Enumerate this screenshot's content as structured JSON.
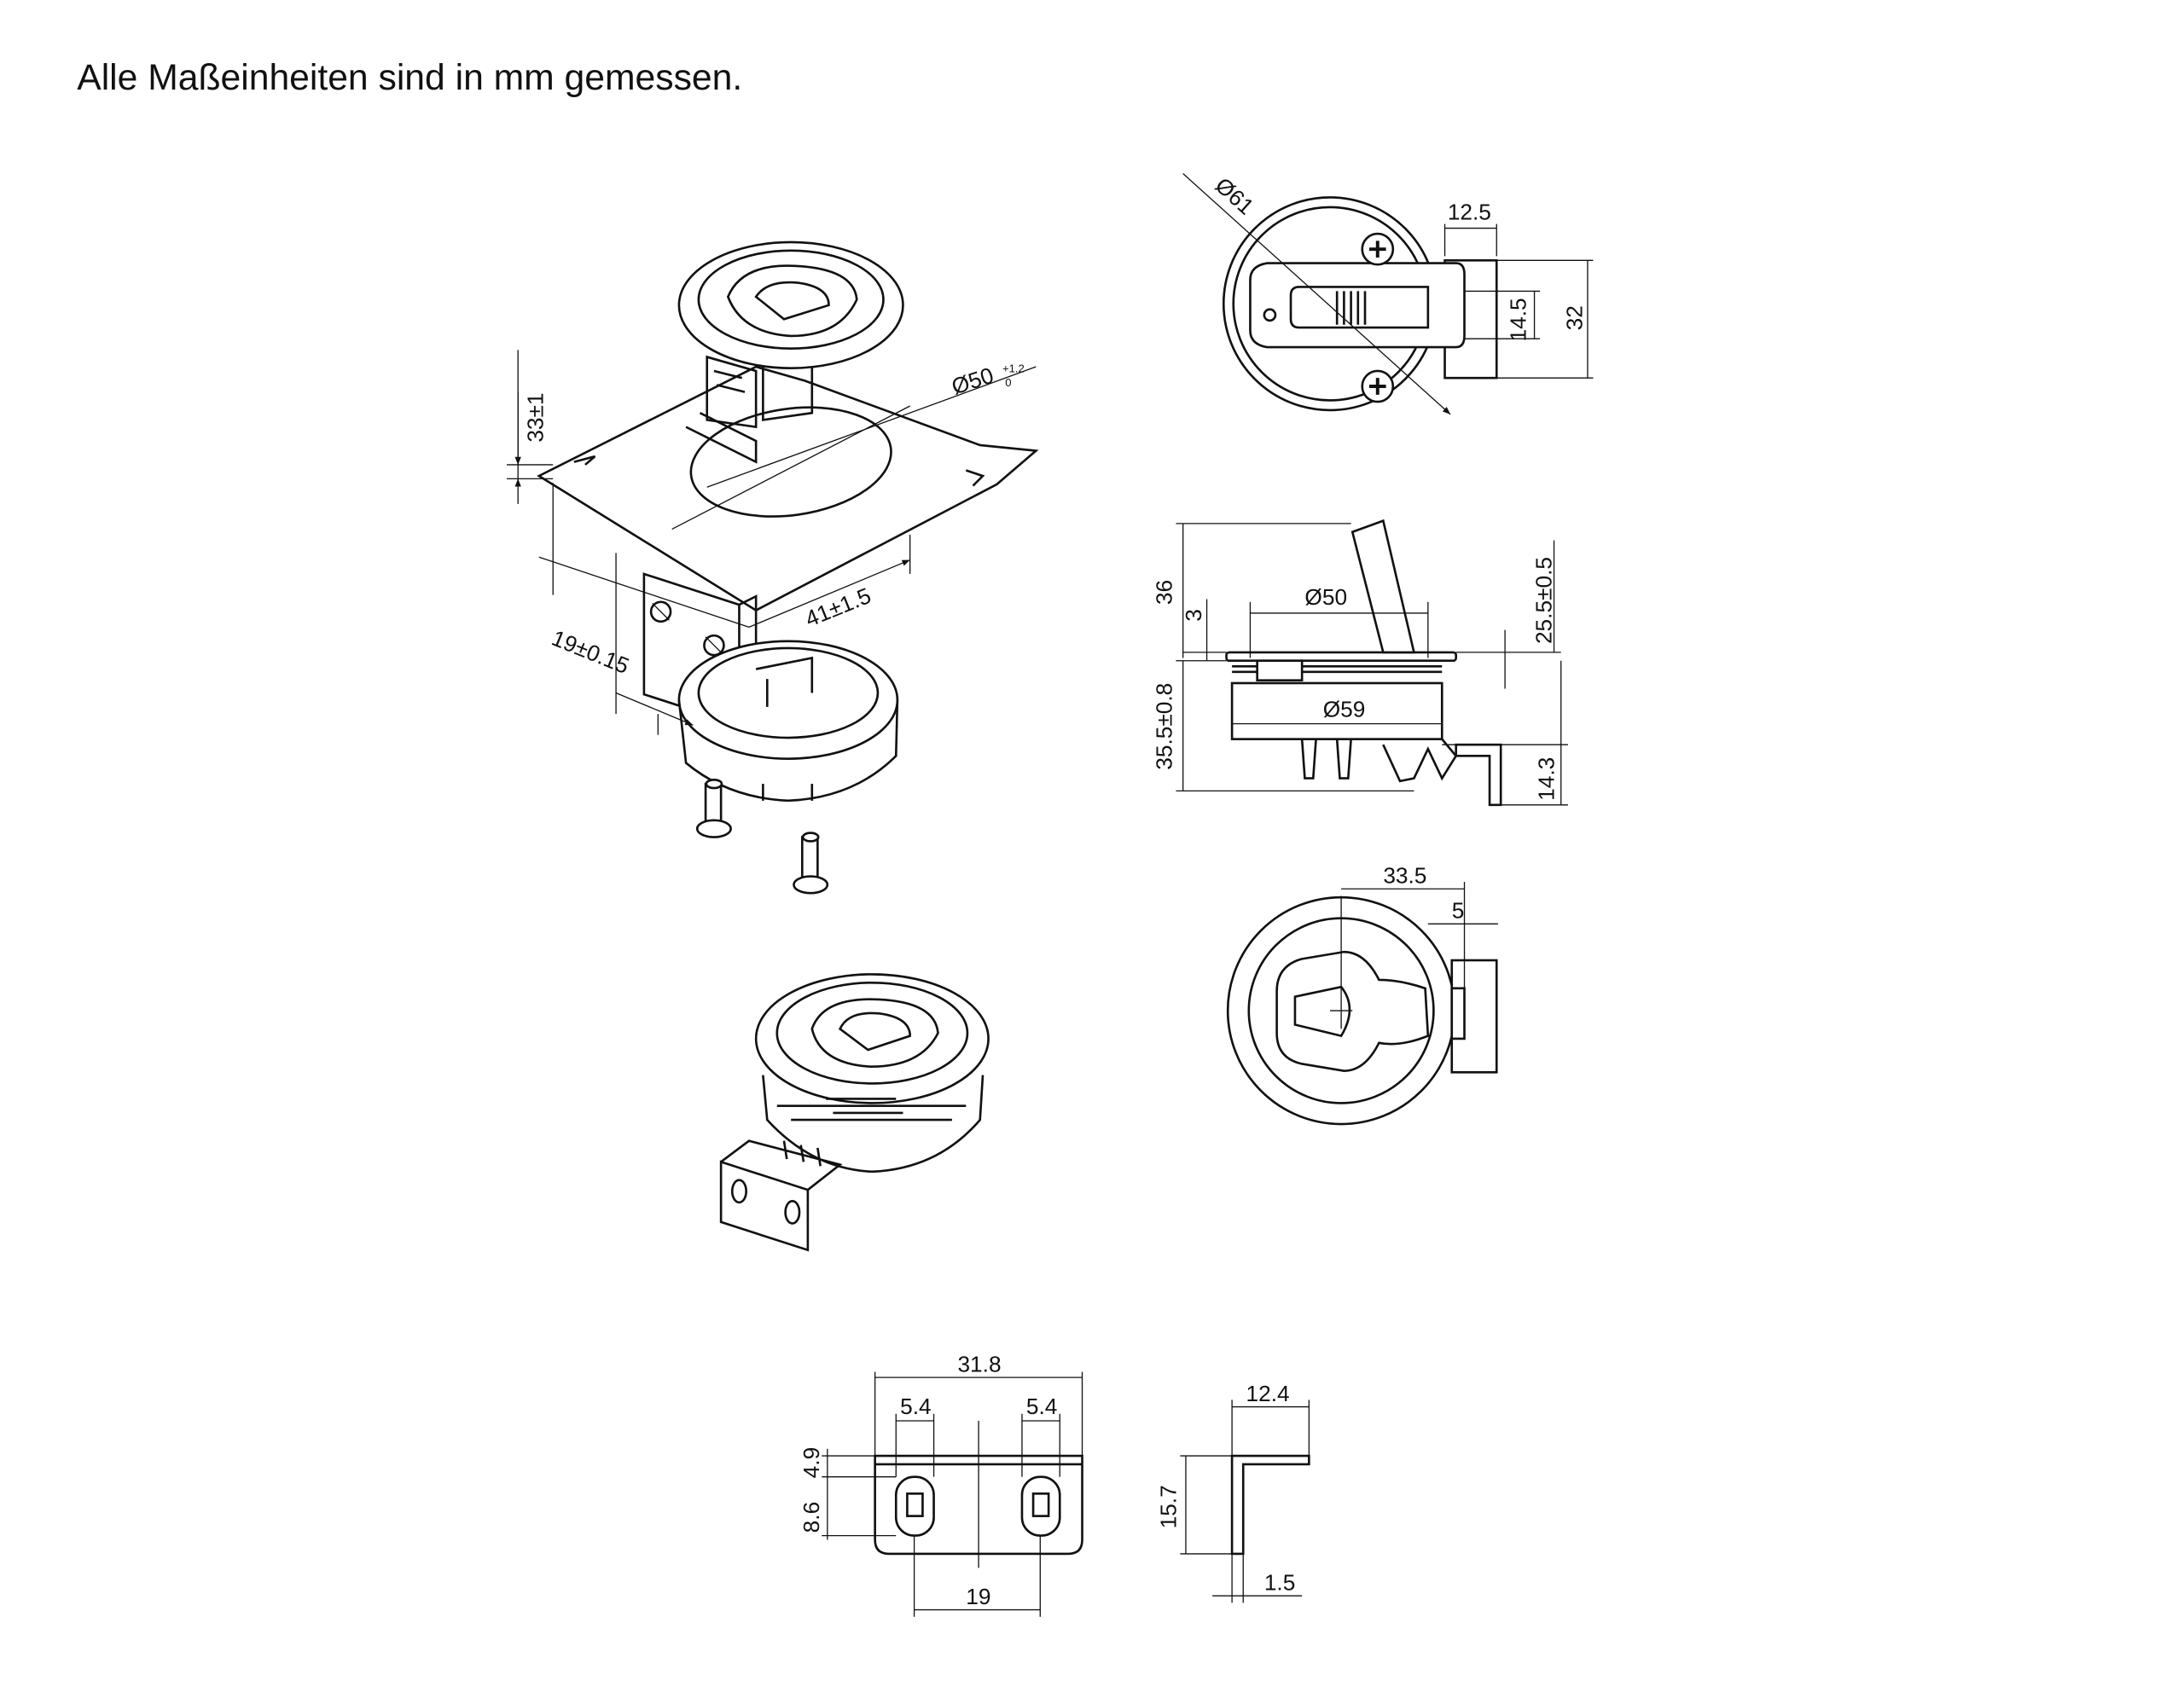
{
  "note": "Alle Maßeinheiten sind in mm gemessen.",
  "dims": {
    "d_61": "Ø61",
    "w_12_5": "12.5",
    "h_14_5": "14.5",
    "h_32": "32",
    "iso_33": "33±1",
    "iso_d50": "Ø50",
    "iso_tol_up": "+1.2",
    "iso_tol_lo": "0",
    "iso_41": "41±1.5",
    "iso_19": "19±0.15",
    "s_36": "36",
    "s_3": "3",
    "s_d50": "Ø50",
    "s_25_5": "25.5±0.5",
    "s_35_5": "35.5±0.8",
    "s_d59": "Ø59",
    "s_14_3": "14.3",
    "b_33_5": "33.5",
    "b_5": "5",
    "p_31_8": "31.8",
    "p_5_4a": "5.4",
    "p_5_4b": "5.4",
    "p_4_9": "4.9",
    "p_8_6": "8.6",
    "p_19": "19",
    "q_12_4": "12.4",
    "q_15_7": "15.7",
    "q_1_5": "1.5"
  }
}
